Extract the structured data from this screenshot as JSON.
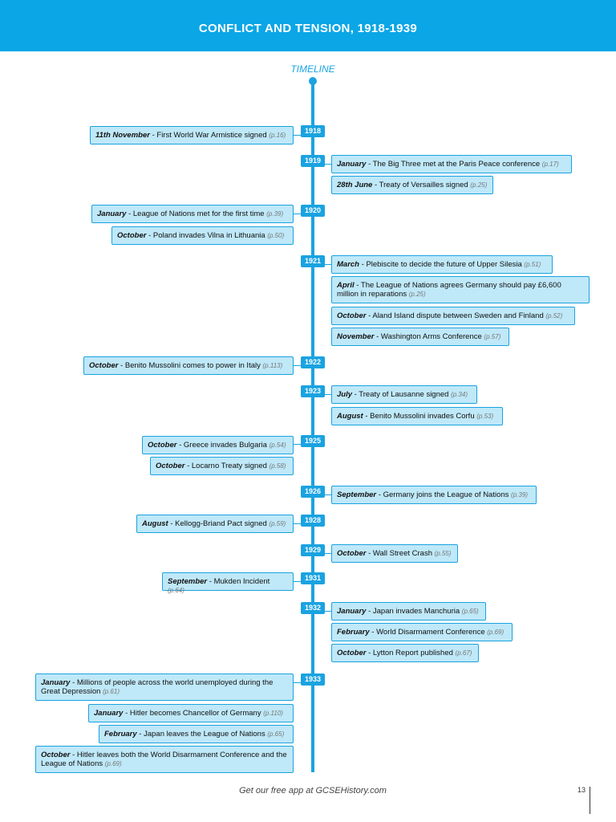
{
  "header": {
    "title": "CONFLICT AND TENSION, 1918-1939"
  },
  "timeline": {
    "label": "TIMELINE",
    "years": [
      "1918",
      "1919",
      "1920",
      "1921",
      "1922",
      "1923",
      "1925",
      "1926",
      "1928",
      "1929",
      "1931",
      "1932",
      "1933"
    ],
    "events": [
      {
        "month": "11th November",
        "sep": " - ",
        "text": "First World War Armistice signed",
        "page": "(p.16)"
      },
      {
        "month": "January",
        "sep": " - ",
        "text": "The Big Three met at the Paris Peace conference",
        "page": "(p.17)"
      },
      {
        "month": "28th June",
        "sep": " - ",
        "text": "Treaty of Versailles signed",
        "page": "(p.25)"
      },
      {
        "month": "January",
        "sep": " - ",
        "text": "League of Nations met for the first time",
        "page": "(p.39)"
      },
      {
        "month": "October",
        "sep": " - ",
        "text": "Poland invades Vilna in Lithuania",
        "page": "(p.50)"
      },
      {
        "month": "March",
        "sep": " - ",
        "text": "Plebiscite to decide the future of Upper Silesia",
        "page": "(p.51)"
      },
      {
        "month": "April",
        "sep": " - ",
        "text": "The League of Nations agrees Germany should pay £6,600 million in reparations",
        "page": "(p.25)"
      },
      {
        "month": "October",
        "sep": " - ",
        "text": "Aland Island dispute between Sweden and Finland",
        "page": "(p.52)"
      },
      {
        "month": "November",
        "sep": " - ",
        "text": "Washington Arms Conference",
        "page": "(p.57)"
      },
      {
        "month": "October",
        "sep": " - ",
        "text": "Benito Mussolini comes to power in Italy",
        "page": "(p.113)"
      },
      {
        "month": "July",
        "sep": " - ",
        "text": "Treaty of Lausanne signed",
        "page": "(p.34)"
      },
      {
        "month": "August",
        "sep": " - ",
        "text": "Benito Mussolini invades Corfu",
        "page": "(p.53)"
      },
      {
        "month": "October",
        "sep": " - ",
        "text": "Greece invades Bulgaria",
        "page": "(p.54)"
      },
      {
        "month": "October",
        "sep": " - ",
        "text": "Locarno Treaty signed",
        "page": "(p.58)"
      },
      {
        "month": "September",
        "sep": " - ",
        "text": "Germany joins the League of Nations",
        "page": "(p.39)"
      },
      {
        "month": "August",
        "sep": " - ",
        "text": "Kellogg-Briand Pact signed",
        "page": "(p.59)"
      },
      {
        "month": "October",
        "sep": " - ",
        "text": "Wall Street Crash",
        "page": "(p.55)"
      },
      {
        "month": "September",
        "sep": " - ",
        "text": "Mukden Incident",
        "page": "(p.64)"
      },
      {
        "month": "January",
        "sep": " - ",
        "text": "Japan invades Manchuria",
        "page": "(p.65)"
      },
      {
        "month": "February",
        "sep": " - ",
        "text": "World Disarmament Conference",
        "page": "(p.69)"
      },
      {
        "month": "October",
        "sep": " - ",
        "text": "Lytton Report published",
        "page": "(p.67)"
      },
      {
        "month": "January",
        "sep": " - ",
        "text": "Millions of people across the world unemployed during the Great Depression",
        "page": "(p.61)"
      },
      {
        "month": "January",
        "sep": " - ",
        "text": "Hitler becomes Chancellor of Germany",
        "page": "(p.110)"
      },
      {
        "month": "February",
        "sep": " - ",
        "text": "Japan leaves the League of Nations",
        "page": "(p.65)"
      },
      {
        "month": "October",
        "sep": " - ",
        "text": "Hitler leaves both the World Disarmament Conference and the League of Nations",
        "page": "(p.69)"
      }
    ]
  },
  "footer": {
    "text": "Get our free app at GCSEHistory.com",
    "page_number": "13"
  },
  "colors": {
    "accent": "#1aa3e0",
    "header_bg": "#0aa6e6",
    "box_bg": "#bfe8f8"
  }
}
